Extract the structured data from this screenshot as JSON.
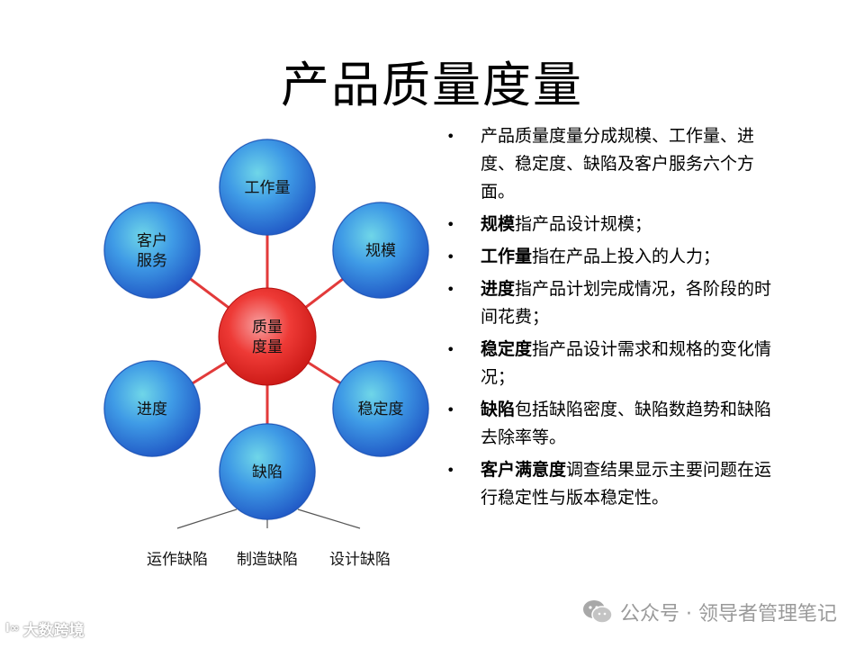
{
  "title": "产品质量度量",
  "diagram": {
    "center": {
      "line1": "质量",
      "line2": "度量"
    },
    "nodes": [
      {
        "id": "workload",
        "line1": "工作量",
        "line2": ""
      },
      {
        "id": "scale",
        "line1": "规模",
        "line2": ""
      },
      {
        "id": "stability",
        "line1": "稳定度",
        "line2": ""
      },
      {
        "id": "defect",
        "line1": "缺陷",
        "line2": ""
      },
      {
        "id": "progress",
        "line1": "进度",
        "line2": ""
      },
      {
        "id": "service",
        "line1": "客户",
        "line2": "服务"
      }
    ],
    "defect_types": [
      "运作缺陷",
      "制造缺陷",
      "设计缺陷"
    ],
    "colors": {
      "center": "#e8201e",
      "node": "#2a6fd8",
      "connector": "#e23a3a",
      "leaf_line": "#555555"
    }
  },
  "bullets": [
    {
      "bold": "",
      "text": "产品质量度量分成规模、工作量、进度、稳定度、缺陷及客户服务六个方面。"
    },
    {
      "bold": "规模",
      "text": "指产品设计规模；"
    },
    {
      "bold": "工作量",
      "text": "指在产品上投入的人力；"
    },
    {
      "bold": "进度",
      "text": "指产品计划完成情况，各阶段的时间花费；"
    },
    {
      "bold": "稳定度",
      "text": "指产品设计需求和规格的变化情况；"
    },
    {
      "bold": "缺陷",
      "text": "包括缺陷密度、缺陷数趋势和缺陷去除率等。"
    },
    {
      "bold": "客户满意度",
      "text": "调查结果显示主要问题在运行稳定性与版本稳定性。"
    }
  ],
  "bullet_symbol": "•",
  "watermark": "公众号 · 领导者管理笔记",
  "corner_logo": {
    "mark": "Ⅰ∞",
    "text": "大数跨境"
  }
}
